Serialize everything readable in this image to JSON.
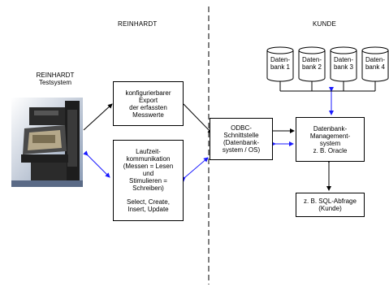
{
  "headers": {
    "left": "REINHARDT",
    "right": "KUNDE"
  },
  "testsystem_label": [
    "REINHARDT",
    "Testsystem"
  ],
  "export_box": [
    "konfigurierbarer",
    "Export",
    "der erfassten",
    "Messwerte"
  ],
  "comm_box": {
    "top": [
      "Laufzeit-",
      "kommunikation",
      "(Messen = Lesen",
      "und",
      "Stimulieren =",
      "Schreiben)"
    ],
    "bottom": [
      "Select, Create,",
      "Insert, Update"
    ]
  },
  "odbc_box": [
    "ODBC-",
    "Schnittstelle",
    "(Datenbank-",
    "system / OS)"
  ],
  "dbms_box": [
    "Datenbank-",
    "Management-",
    "system",
    "z. B. Oracle"
  ],
  "sql_box": [
    "z. B. SQL-Abfrage",
    "(Kunde)"
  ],
  "databases": [
    [
      "Daten-",
      "bank 1"
    ],
    [
      "Daten-",
      "bank 2"
    ],
    [
      "Daten-",
      "bank 3"
    ],
    [
      "Daten-",
      "bank 4"
    ]
  ],
  "colors": {
    "blue_arrow": "#1a1aff",
    "black_arrow": "#000000",
    "divider": "#000000"
  },
  "icons": {
    "testsystem": "machine-photo",
    "database": "database-cylinder-icon"
  }
}
